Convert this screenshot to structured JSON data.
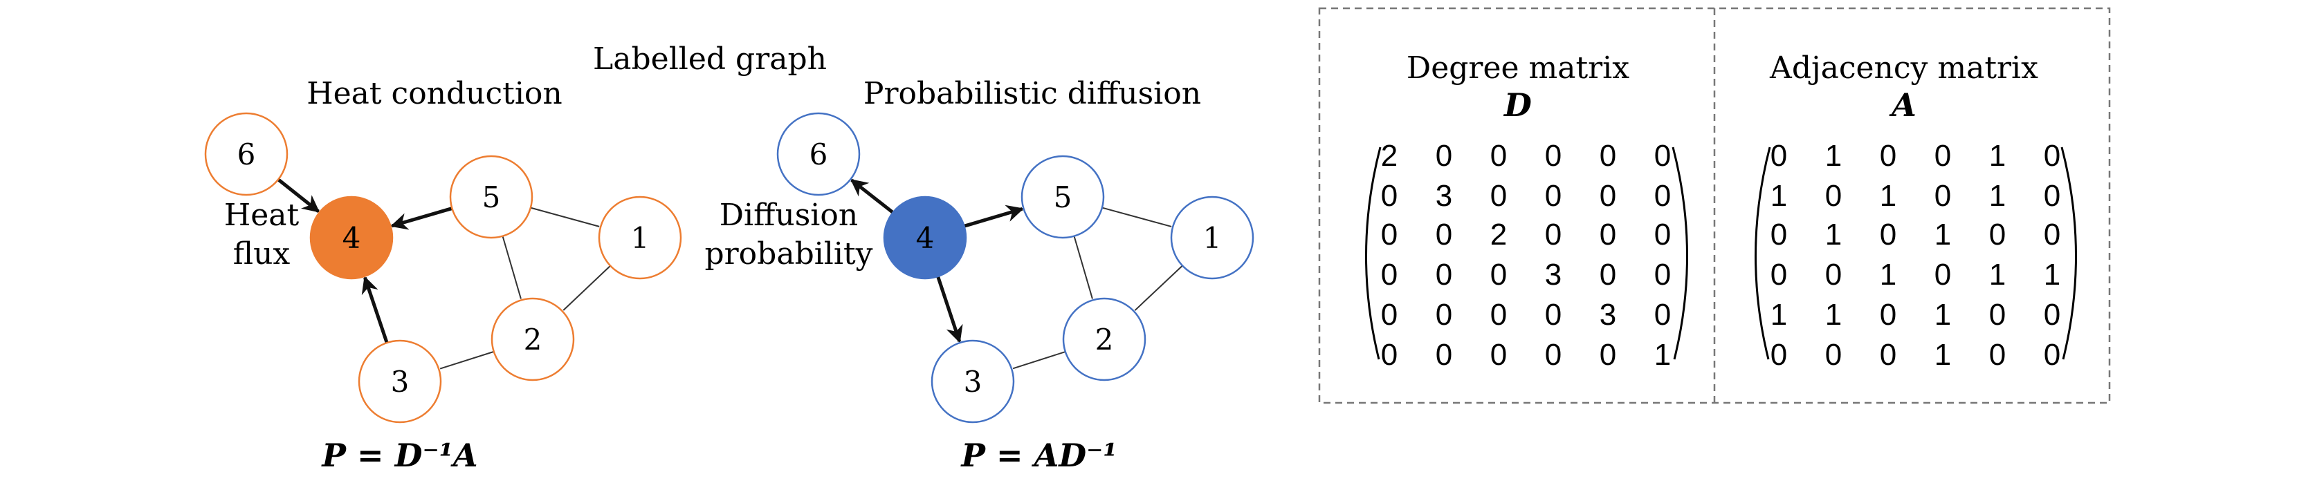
{
  "header": {
    "title": "Labelled graph"
  },
  "colors": {
    "heat": "#ED7D31",
    "diffusion": "#4472C4",
    "edge": "#222222",
    "box": "#777777"
  },
  "heat_panel": {
    "title": "Heat conduction",
    "side_label_line1": "Heat",
    "side_label_line2": "flux",
    "formula": "P = D⁻¹A",
    "nodes": [
      "1",
      "2",
      "3",
      "4",
      "5",
      "6"
    ],
    "highlight": "4",
    "arrows": [
      [
        "6",
        "4"
      ],
      [
        "5",
        "4"
      ],
      [
        "3",
        "4"
      ]
    ],
    "edges": [
      [
        "5",
        "1"
      ],
      [
        "5",
        "2"
      ],
      [
        "1",
        "2"
      ],
      [
        "2",
        "3"
      ]
    ]
  },
  "diffusion_panel": {
    "title": "Probabilistic diffusion",
    "side_label_line1": "Diffusion",
    "side_label_line2": "probability",
    "formula": "P = AD⁻¹",
    "nodes": [
      "1",
      "2",
      "3",
      "4",
      "5",
      "6"
    ],
    "highlight": "4",
    "arrows": [
      [
        "4",
        "6"
      ],
      [
        "4",
        "5"
      ],
      [
        "4",
        "3"
      ]
    ],
    "edges": [
      [
        "5",
        "1"
      ],
      [
        "5",
        "2"
      ],
      [
        "1",
        "2"
      ],
      [
        "2",
        "3"
      ]
    ]
  },
  "degree_matrix": {
    "title": "Degree matrix",
    "symbol": "D",
    "rows": [
      [
        2,
        0,
        0,
        0,
        0,
        0
      ],
      [
        0,
        3,
        0,
        0,
        0,
        0
      ],
      [
        0,
        0,
        2,
        0,
        0,
        0
      ],
      [
        0,
        0,
        0,
        3,
        0,
        0
      ],
      [
        0,
        0,
        0,
        0,
        3,
        0
      ],
      [
        0,
        0,
        0,
        0,
        0,
        1
      ]
    ]
  },
  "adjacency_matrix": {
    "title": "Adjacency matrix",
    "symbol": "A",
    "rows": [
      [
        0,
        1,
        0,
        0,
        1,
        0
      ],
      [
        1,
        0,
        1,
        0,
        1,
        0
      ],
      [
        0,
        1,
        0,
        1,
        0,
        0
      ],
      [
        0,
        0,
        1,
        0,
        1,
        1
      ],
      [
        1,
        1,
        0,
        1,
        0,
        0
      ],
      [
        0,
        0,
        0,
        1,
        0,
        0
      ]
    ]
  }
}
